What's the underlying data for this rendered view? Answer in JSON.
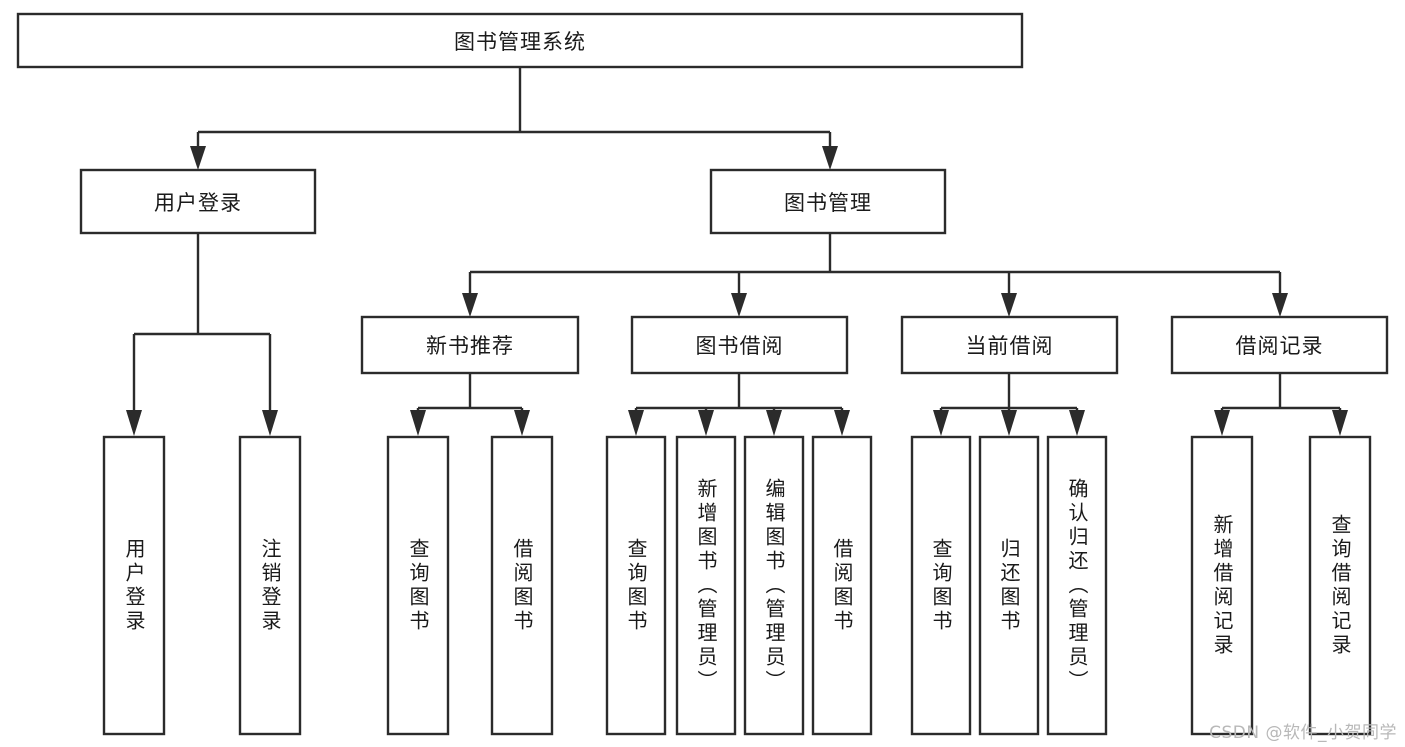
{
  "diagram": {
    "title": "图书管理系统",
    "watermark": "CSDN @软件_小贺同学",
    "levels": {
      "root": {
        "label": "图书管理系统"
      },
      "level2": [
        {
          "id": "user-login",
          "label": "用户登录"
        },
        {
          "id": "book-management",
          "label": "图书管理"
        }
      ],
      "level3": [
        {
          "id": "new-book-recommend",
          "label": "新书推荐",
          "parent": "book-management"
        },
        {
          "id": "book-borrow",
          "label": "图书借阅",
          "parent": "book-management"
        },
        {
          "id": "current-borrow",
          "label": "当前借阅",
          "parent": "book-management"
        },
        {
          "id": "borrow-record",
          "label": "借阅记录",
          "parent": "book-management"
        }
      ],
      "leaves": [
        {
          "id": "leaf-user-login",
          "label": "用户登录",
          "parent": "user-login"
        },
        {
          "id": "leaf-logout-login",
          "label": "注销登录",
          "parent": "user-login"
        },
        {
          "id": "leaf-query-book-1",
          "label": "查询图书",
          "parent": "new-book-recommend"
        },
        {
          "id": "leaf-borrow-book-1",
          "label": "借阅图书",
          "parent": "new-book-recommend"
        },
        {
          "id": "leaf-query-book-2",
          "label": "查询图书",
          "parent": "book-borrow"
        },
        {
          "id": "leaf-add-book",
          "label": "新增图书（管理员）",
          "parent": "book-borrow"
        },
        {
          "id": "leaf-edit-book",
          "label": "编辑图书（管理员）",
          "parent": "book-borrow"
        },
        {
          "id": "leaf-borrow-book-2",
          "label": "借阅图书",
          "parent": "book-borrow"
        },
        {
          "id": "leaf-query-book-3",
          "label": "查询图书",
          "parent": "current-borrow"
        },
        {
          "id": "leaf-return-book",
          "label": "归还图书",
          "parent": "current-borrow"
        },
        {
          "id": "leaf-confirm-return",
          "label": "确认归还（管理员）",
          "parent": "current-borrow"
        },
        {
          "id": "leaf-add-record",
          "label": "新增借阅记录",
          "parent": "borrow-record"
        },
        {
          "id": "leaf-query-record",
          "label": "查询借阅记录",
          "parent": "borrow-record"
        }
      ]
    },
    "colors": {
      "box_stroke": "#2b2b2b",
      "box_fill": "#ffffff",
      "text": "#1a1a1a",
      "watermark": "#b8b8b8",
      "background": "#ffffff"
    }
  }
}
